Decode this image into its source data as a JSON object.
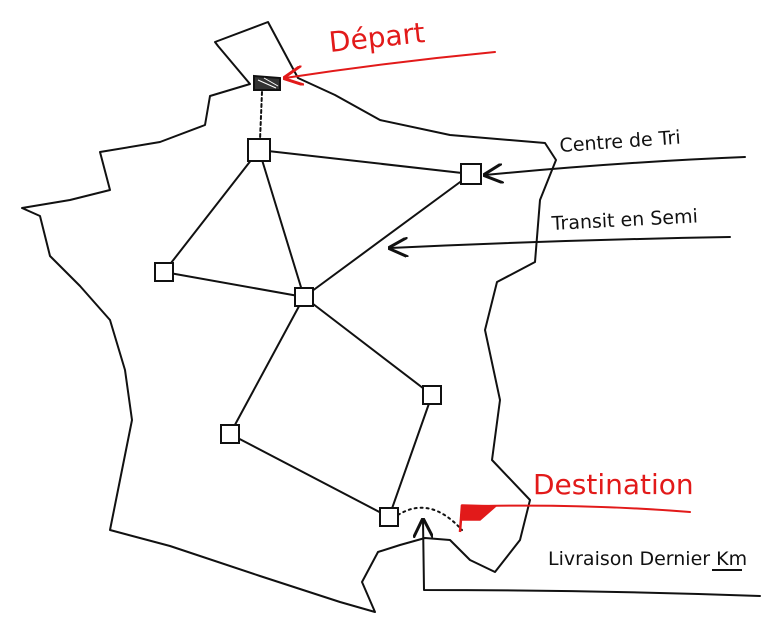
{
  "labels": {
    "depart": "Départ",
    "centre_de_tri": "Centre de Tri",
    "transit": "Transit en Semi",
    "destination": "Destination",
    "last_mile": "Livraison Dernier Km"
  },
  "colors": {
    "ink": "#111111",
    "accent": "#e21a1a"
  }
}
